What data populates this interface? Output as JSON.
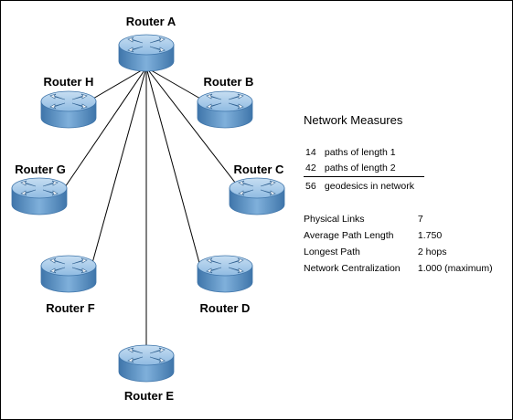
{
  "routers": [
    {
      "id": "A",
      "label": "Router A"
    },
    {
      "id": "B",
      "label": "Router B"
    },
    {
      "id": "C",
      "label": "Router C"
    },
    {
      "id": "D",
      "label": "Router D"
    },
    {
      "id": "E",
      "label": "Router E"
    },
    {
      "id": "F",
      "label": "Router F"
    },
    {
      "id": "G",
      "label": "Router G"
    },
    {
      "id": "H",
      "label": "Router H"
    }
  ],
  "links": [
    [
      "A",
      "B"
    ],
    [
      "A",
      "C"
    ],
    [
      "A",
      "D"
    ],
    [
      "A",
      "E"
    ],
    [
      "A",
      "F"
    ],
    [
      "A",
      "G"
    ],
    [
      "A",
      "H"
    ]
  ],
  "measures": {
    "title": "Network Measures",
    "paths": [
      {
        "count": "14",
        "text": "paths of length 1"
      },
      {
        "count": "42",
        "text": "paths of length 2"
      }
    ],
    "total": {
      "count": "56",
      "text": "geodesics in network"
    },
    "stats": [
      {
        "label": "Physical Links",
        "value": "7"
      },
      {
        "label": "Average Path Length",
        "value": "1.750"
      },
      {
        "label": "Longest Path",
        "value": "2 hops"
      },
      {
        "label": "Network Centralization",
        "value": "1.000 (maximum)"
      }
    ]
  },
  "colors": {
    "router_body": "#6a9fcf",
    "router_top": "#a9cbe8",
    "router_dark": "#3f75aa",
    "arrow": "#ffffff"
  }
}
